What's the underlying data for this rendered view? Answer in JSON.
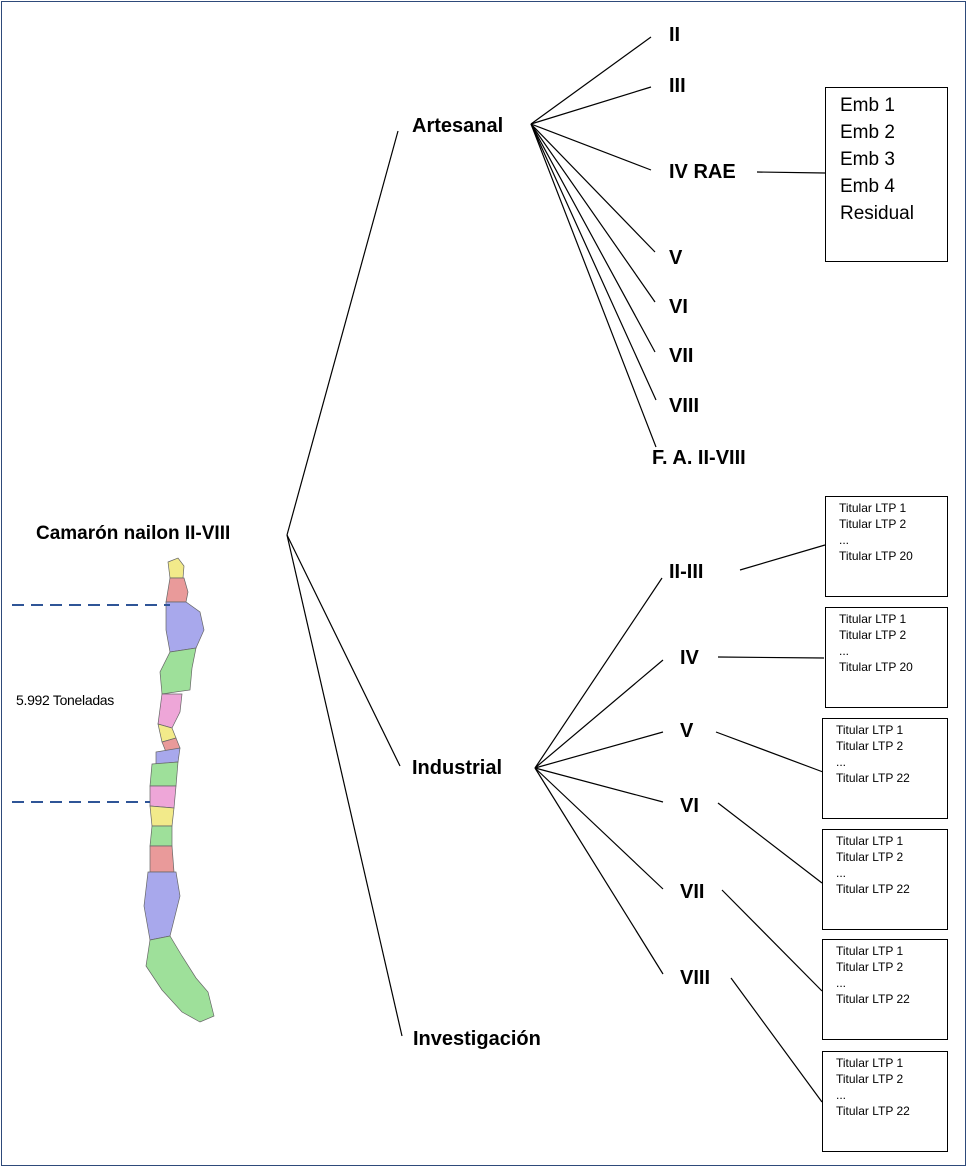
{
  "root": {
    "label": "Camarón nailon II-VIII"
  },
  "map": {
    "quota_label": "5.992 Toneladas"
  },
  "sectors": [
    {
      "id": "artesanal",
      "label": "Artesanal"
    },
    {
      "id": "industrial",
      "label": "Industrial"
    },
    {
      "id": "investigacion",
      "label": "Investigación"
    }
  ],
  "artesanal_regions": [
    "II",
    "III",
    "IV RAE",
    "V",
    "VI",
    "VII",
    "VIII",
    "F. A. II-VIII"
  ],
  "emb_box": {
    "items": [
      "Emb 1",
      "Emb 2",
      "Emb 3",
      "Emb 4",
      "Residual"
    ]
  },
  "industrial_regions": [
    "II-III",
    "IV",
    "V",
    "VI",
    "VII",
    "VIII"
  ],
  "ltp_boxes": [
    {
      "items": [
        "Titular LTP 1",
        "Titular LTP 2",
        "...",
        "Titular LTP 20"
      ]
    },
    {
      "items": [
        "Titular LTP 1",
        "Titular LTP 2",
        "...",
        "Titular LTP 20"
      ]
    },
    {
      "items": [
        "Titular LTP 1",
        "Titular LTP 2",
        "...",
        "Titular LTP 22"
      ]
    },
    {
      "items": [
        "Titular LTP 1",
        "Titular LTP 2",
        "...",
        "Titular LTP 22"
      ]
    },
    {
      "items": [
        "Titular LTP 1",
        "Titular LTP 2",
        "...",
        "Titular LTP 22"
      ]
    },
    {
      "items": [
        "Titular LTP 1",
        "Titular LTP 2",
        "...",
        "Titular LTP 22"
      ]
    }
  ]
}
